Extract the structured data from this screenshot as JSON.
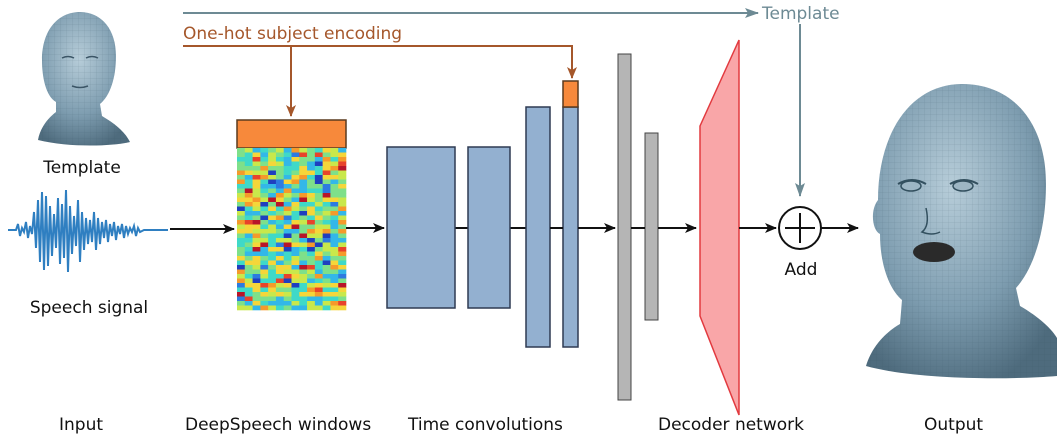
{
  "labels": {
    "template_top": "Template",
    "template_input": "Template",
    "speech_signal": "Speech signal",
    "one_hot": "One-hot subject encoding",
    "add": "Add"
  },
  "bottom_labels": {
    "input": "Input",
    "deepspeech": "DeepSpeech windows",
    "time_conv": "Time convolutions",
    "decoder": "Decoder network",
    "output": "Output"
  },
  "colors": {
    "orange": "#f7893b",
    "blue_block": "#93b0d0",
    "blue_block_stroke": "#2e3a52",
    "gray_bar": "#b5b5b5",
    "decoder": "#f9a6a8",
    "decoder_stroke": "#e23a3f",
    "arrow_orange": "#a5572b",
    "arrow_gray": "#6d8a94",
    "face": "#7e9db0",
    "waveform": "#2f7fc1"
  }
}
